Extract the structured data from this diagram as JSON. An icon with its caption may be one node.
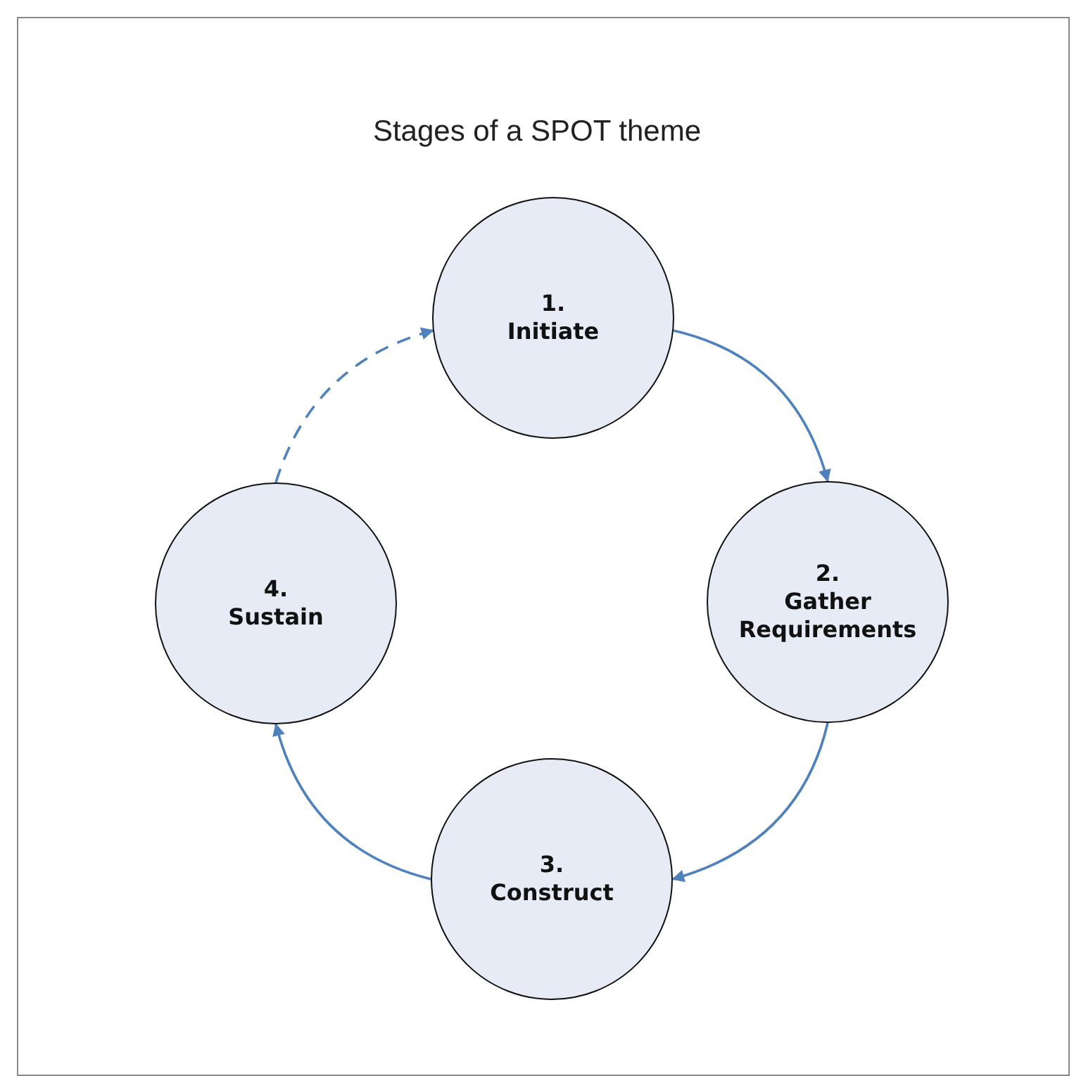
{
  "diagram": {
    "title": "Stages of a SPOT theme",
    "nodes": [
      {
        "text": [
          "1.",
          "Initiate"
        ]
      },
      {
        "text": [
          "2.",
          "Gather Requirements"
        ]
      },
      {
        "text": [
          "3.",
          "Construct"
        ]
      },
      {
        "text": [
          "4.",
          "Sustain"
        ]
      }
    ],
    "edges": [
      {
        "from": 0,
        "to": 1,
        "arrow": "to"
      },
      {
        "from": 1,
        "to": 2,
        "arrow": "to"
      },
      {
        "from": 2,
        "to": 3,
        "arrow": "to"
      },
      {
        "from": 3,
        "to": 0,
        "arrow": "to",
        "style": "dashed"
      }
    ]
  }
}
